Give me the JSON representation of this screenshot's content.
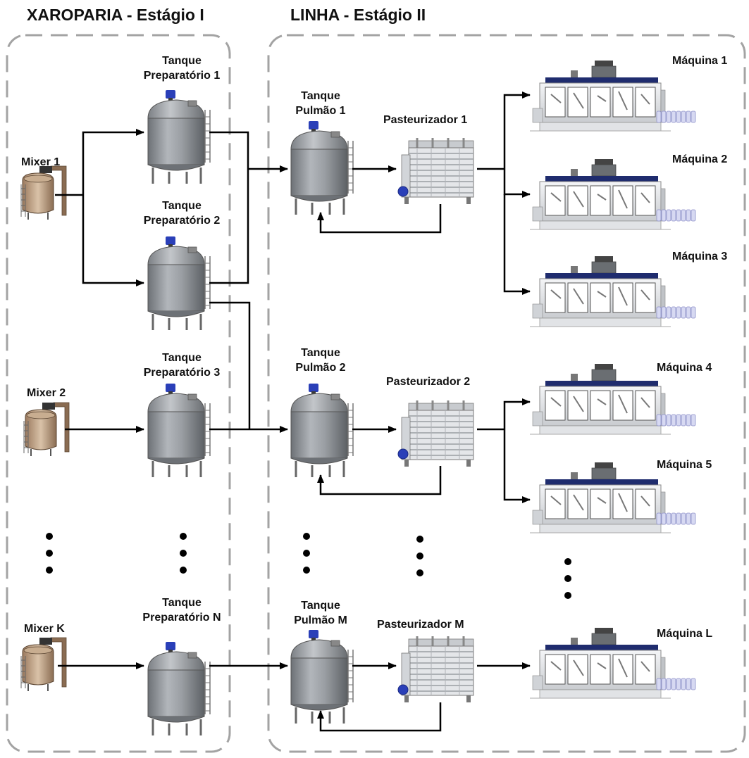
{
  "stages": {
    "stage1_title": "XAROPARIA - Estágio I",
    "stage2_title": "LINHA - Estágio II"
  },
  "mixers": [
    "Mixer 1",
    "Mixer 2",
    "Mixer K"
  ],
  "prep_tanks": [
    {
      "line1": "Tanque",
      "line2": "Preparatório 1"
    },
    {
      "line1": "Tanque",
      "line2": "Preparatório 2"
    },
    {
      "line1": "Tanque",
      "line2": "Preparatório 3"
    },
    {
      "line1": "Tanque",
      "line2": "Preparatório N"
    }
  ],
  "buffer_tanks": [
    {
      "line1": "Tanque",
      "line2": "Pulmão 1"
    },
    {
      "line1": "Tanque",
      "line2": "Pulmão 2"
    },
    {
      "line1": "Tanque",
      "line2": "Pulmão M"
    }
  ],
  "pasteurizers": [
    "Pasteurizador 1",
    "Pasteurizador 2",
    "Pasteurizador M"
  ],
  "machines": [
    "Máquina 1",
    "Máquina 2",
    "Máquina 3",
    "Máquina 4",
    "Máquina 5",
    "Máquina L"
  ],
  "colors": {
    "tank_body": "#8e9297",
    "motor": "#2a3fb8",
    "dash_border": "#a3a3a3",
    "line": "#000000"
  }
}
